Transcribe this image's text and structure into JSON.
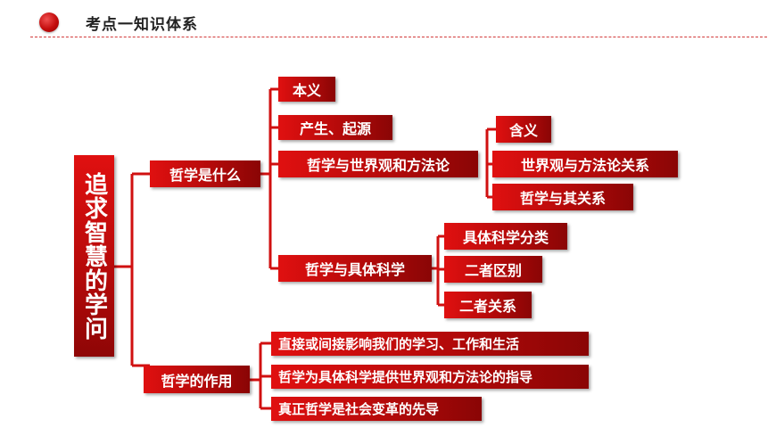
{
  "header": {
    "title": "考点一知识体系"
  },
  "root": "追求智慧的学问",
  "branches": {
    "what": {
      "label": "哲学是什么",
      "items": {
        "benyi": "本义",
        "origin": "产生、起源",
        "worldview": {
          "label": "哲学与世界观和方法论",
          "items": [
            "含义",
            "世界观与方法论关系",
            "哲学与其关系"
          ]
        },
        "science": {
          "label": "哲学与具体科学",
          "items": [
            "具体科学分类",
            "二者区别",
            "二者关系"
          ]
        }
      }
    },
    "role": {
      "label": "哲学的作用",
      "items": [
        "直接或间接影响我们的学习、工作和生活",
        "哲学为具体科学提供世界观和方法论的指导",
        "真正哲学是社会变革的先导"
      ]
    }
  },
  "colors": {
    "accent": "#c40d0d",
    "connector": "#d01010"
  }
}
